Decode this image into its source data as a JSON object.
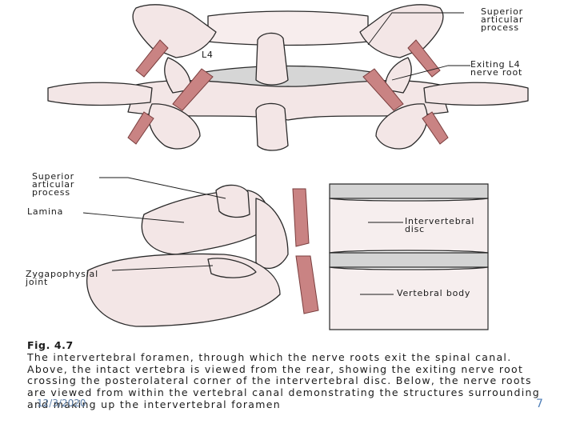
{
  "figure_top": {
    "labels": {
      "superior_articular_process": "Superior\narticular\nprocess",
      "exiting_nerve_root": "Exiting L4\nnerve root",
      "vertebra_level": "L4"
    }
  },
  "figure_bottom": {
    "labels": {
      "superior_articular_process": "Superior\narticular\nprocess",
      "lamina": "Lamina",
      "zygapophysial_joint": "Zygapophysial\njoint",
      "intervertebral_disc": "Intervertebral\ndisc",
      "vertebral_body": "Vertebral body"
    }
  },
  "caption": {
    "figure_number": "Fig. 4.7",
    "text": "The intervertebral foramen, through which the nerve roots exit the spinal canal. Above, the intact vertebra is viewed from the rear, showing the exiting nerve root crossing the posterolateral corner of the intervertebral disc. Below, the nerve roots are viewed from within the vertebral canal demonstrating the structures surrounding and making up the intervertebral foramen"
  },
  "footer": {
    "date": "12/3/2020",
    "page_number": "7"
  },
  "colors": {
    "bone_fill": "#f3e6e6",
    "bone_outline": "#2a2a2a",
    "nerve_root": "#c98383",
    "disc_band": "#cfcfcf",
    "slide_number": "#4f7fb8"
  }
}
